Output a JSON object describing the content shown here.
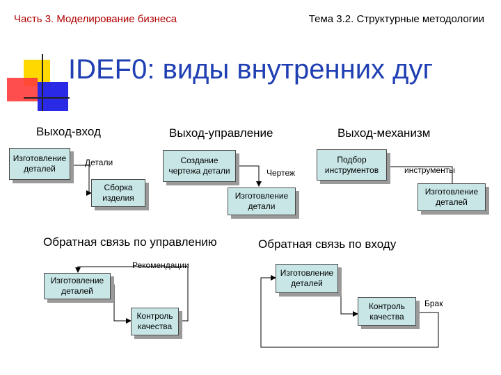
{
  "header": {
    "left": "Часть 3. Моделирование бизнеса",
    "right": "Тема 3.2. Структурные методологии"
  },
  "title": "IDEF0: виды внутренних дуг",
  "colors": {
    "title": "#1f3fb2",
    "header_left": "#b00000",
    "box_fill": "#c8e6e6",
    "deco_yellow": "#ffd800",
    "deco_red": "#ff2a2a",
    "deco_blue": "#2a2ae6"
  },
  "sections": {
    "output_input": {
      "title": "Выход-вход",
      "box1": "Изготовление деталей",
      "box2": "Сборка изделия",
      "arrow_label": "Детали"
    },
    "output_control": {
      "title": "Выход-управление",
      "box1": "Создание чертежа детали",
      "box2": "Изготовление детали",
      "arrow_label": "Чертеж"
    },
    "output_mechanism": {
      "title": "Выход-механизм",
      "box1": "Подбор инструментов",
      "box2": "Изготовление деталей",
      "arrow_label": "инструменты"
    },
    "feedback_control": {
      "title": "Обратная связь по управлению",
      "box1": "Изготовление деталей",
      "box2": "Контроль качества",
      "arrow_label": "Рекомендации"
    },
    "feedback_input": {
      "title": "Обратная связь по входу",
      "box1": "Изготовление деталей",
      "box2": "Контроль качества",
      "arrow_label": "Брак"
    }
  }
}
